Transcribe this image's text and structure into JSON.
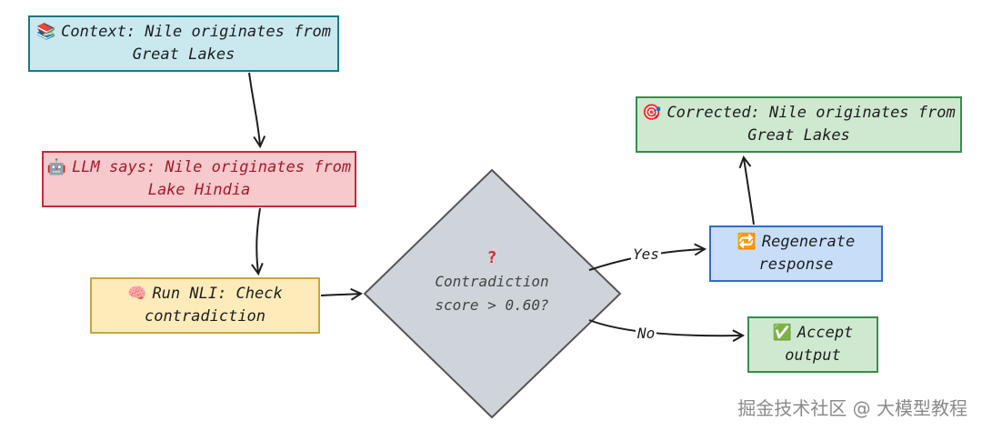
{
  "nodes": {
    "context": {
      "emoji": "📚",
      "text": "Context: Nile originates from Great Lakes"
    },
    "llm": {
      "emoji": "🤖",
      "text": "LLM says: Nile originates from Lake Hindia"
    },
    "nli": {
      "emoji": "🧠",
      "text": "Run NLI: Check contradiction"
    },
    "decision": {
      "emoji": "?",
      "text": "Contradiction score > 0.60?"
    },
    "regenerate": {
      "emoji": "🔁",
      "text": "Regenerate response"
    },
    "corrected": {
      "emoji": "🎯",
      "text": "Corrected: Nile originates from Great Lakes"
    },
    "accept": {
      "emoji": "✅",
      "text": "Accept output"
    }
  },
  "edges": {
    "yes_label": "Yes",
    "no_label": "No"
  },
  "colors": {
    "context": "#c9e9ef",
    "llm": "#f6c9cc",
    "nli": "#fdebb9",
    "decision": "#ced4da",
    "regenerate": "#c8def8",
    "corrected": "#cfe9d1",
    "accept": "#cfe9d1"
  },
  "watermark": "掘金技术社区 @ 大模型教程"
}
